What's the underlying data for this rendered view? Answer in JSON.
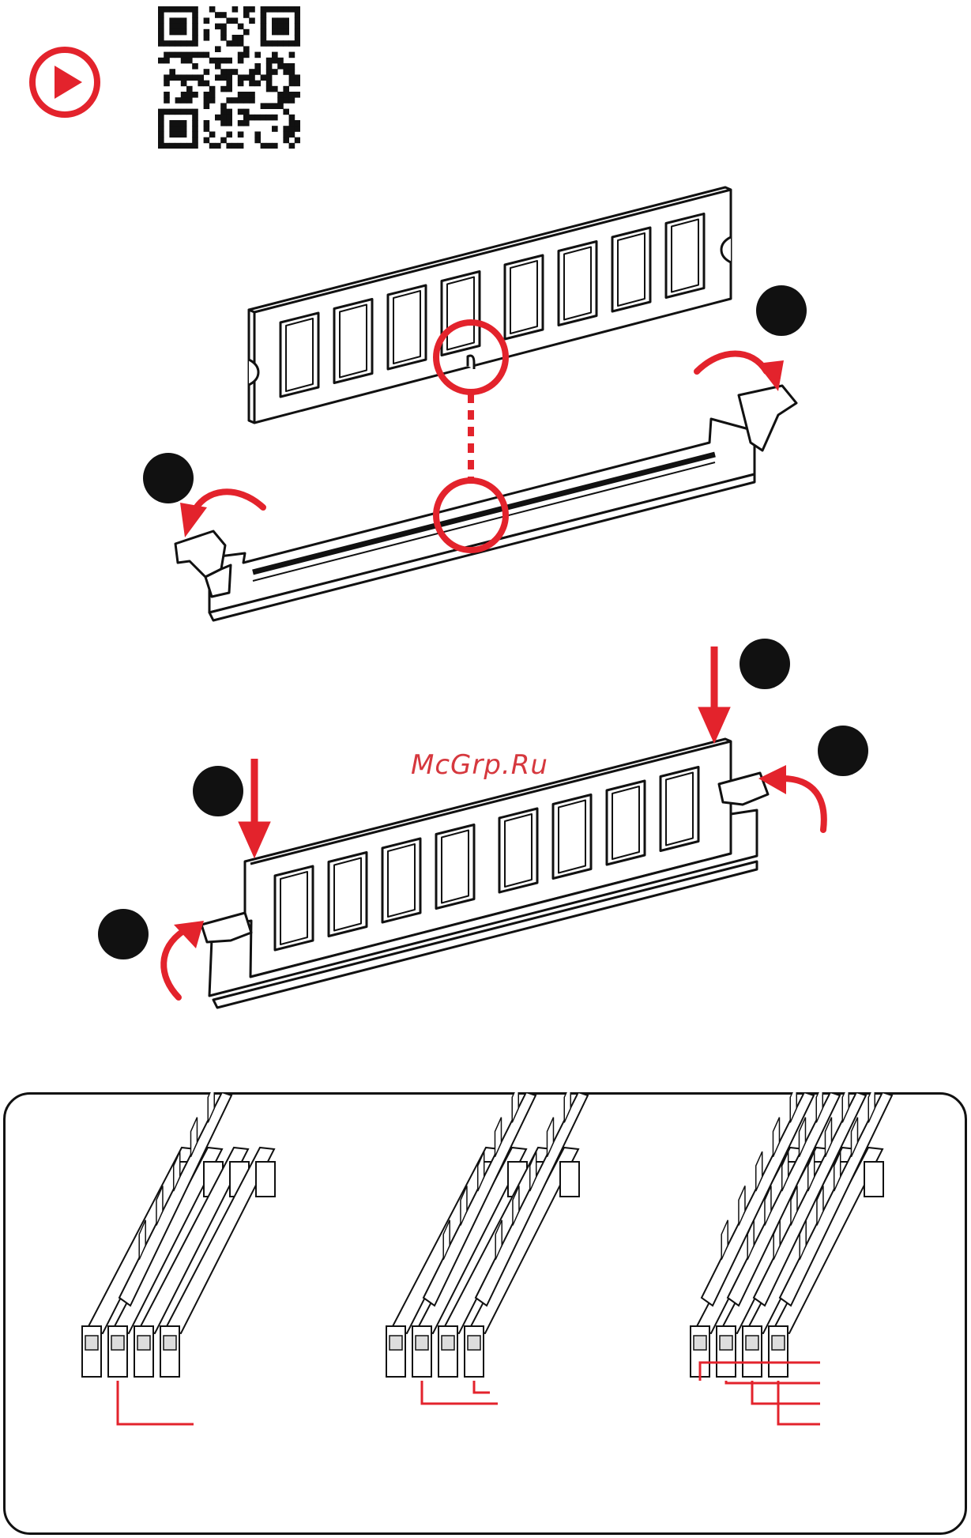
{
  "colors": {
    "accent": "#e3232c",
    "ink": "#111111",
    "paper": "#ffffff",
    "step_marker": "#111111",
    "slot_gray": "#cfcfcf"
  },
  "icons": {
    "video": "play-icon",
    "qr": "qr-code",
    "markers": "step-circle",
    "arrows": "curved-arrow"
  },
  "watermark": "McGrp.Ru",
  "diagram": {
    "step_markers_count": 6,
    "configurations": [
      {
        "name": "one-module",
        "highlighted_slots": 1
      },
      {
        "name": "two-modules",
        "highlighted_slots": 2
      },
      {
        "name": "four-modules",
        "highlighted_slots": 4
      }
    ]
  }
}
